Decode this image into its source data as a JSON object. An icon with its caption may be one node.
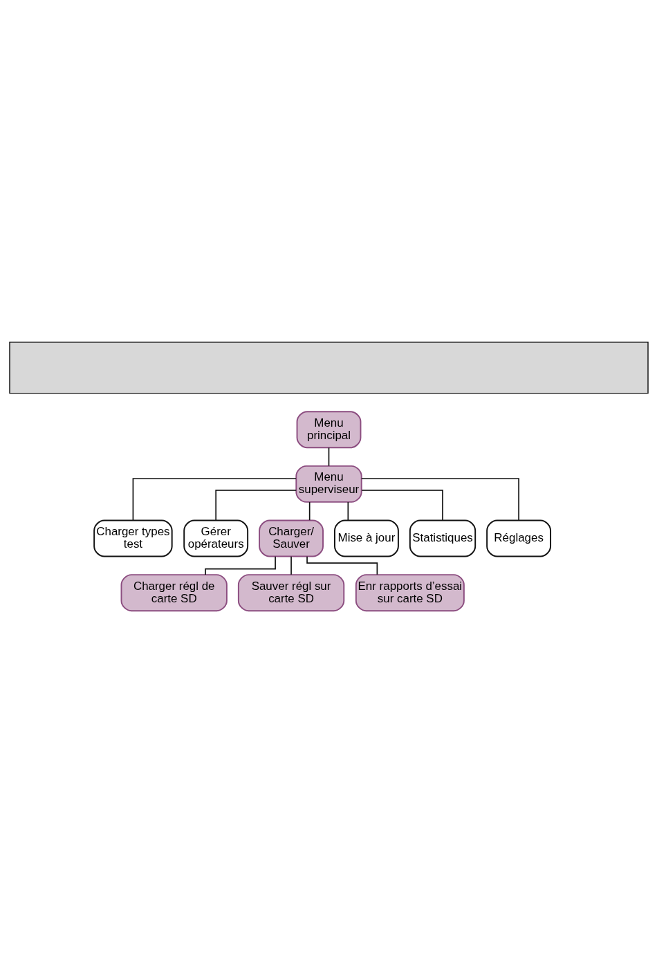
{
  "diagram": {
    "nodes": [
      {
        "text": [],
        "shape": "box"
      },
      {
        "text": [
          "Menu principal"
        ]
      },
      {
        "text": [
          "Menu superviseur"
        ]
      },
      {
        "text": [
          "Charger types test"
        ]
      },
      {
        "text": [
          "Gérer opérateurs"
        ]
      },
      {
        "text": [
          "Charger/ Sauver"
        ]
      },
      {
        "text": [
          "Mise à jour"
        ]
      },
      {
        "text": [
          "Statistiques"
        ]
      },
      {
        "text": [
          "Réglages"
        ]
      },
      {
        "text": [
          "Charger régl de carte SD"
        ]
      },
      {
        "text": [
          "Sauver régl sur carte SD"
        ]
      },
      {
        "text": [
          "Enr rapports d’essai sur carte SD"
        ]
      }
    ],
    "edges": [
      {
        "from": 1,
        "to": 2,
        "arrow": "none"
      },
      {
        "from": 2,
        "to": 3,
        "arrow": "none"
      },
      {
        "from": 2,
        "to": 4,
        "arrow": "none"
      },
      {
        "from": 2,
        "to": 5,
        "arrow": "none"
      },
      {
        "from": 2,
        "to": 6,
        "arrow": "none"
      },
      {
        "from": 2,
        "to": 7,
        "arrow": "none"
      },
      {
        "from": 2,
        "to": 8,
        "arrow": "none"
      },
      {
        "from": 5,
        "to": 9,
        "arrow": "none"
      },
      {
        "from": 5,
        "to": 10,
        "arrow": "none"
      },
      {
        "from": 5,
        "to": 11,
        "arrow": "none"
      }
    ]
  }
}
